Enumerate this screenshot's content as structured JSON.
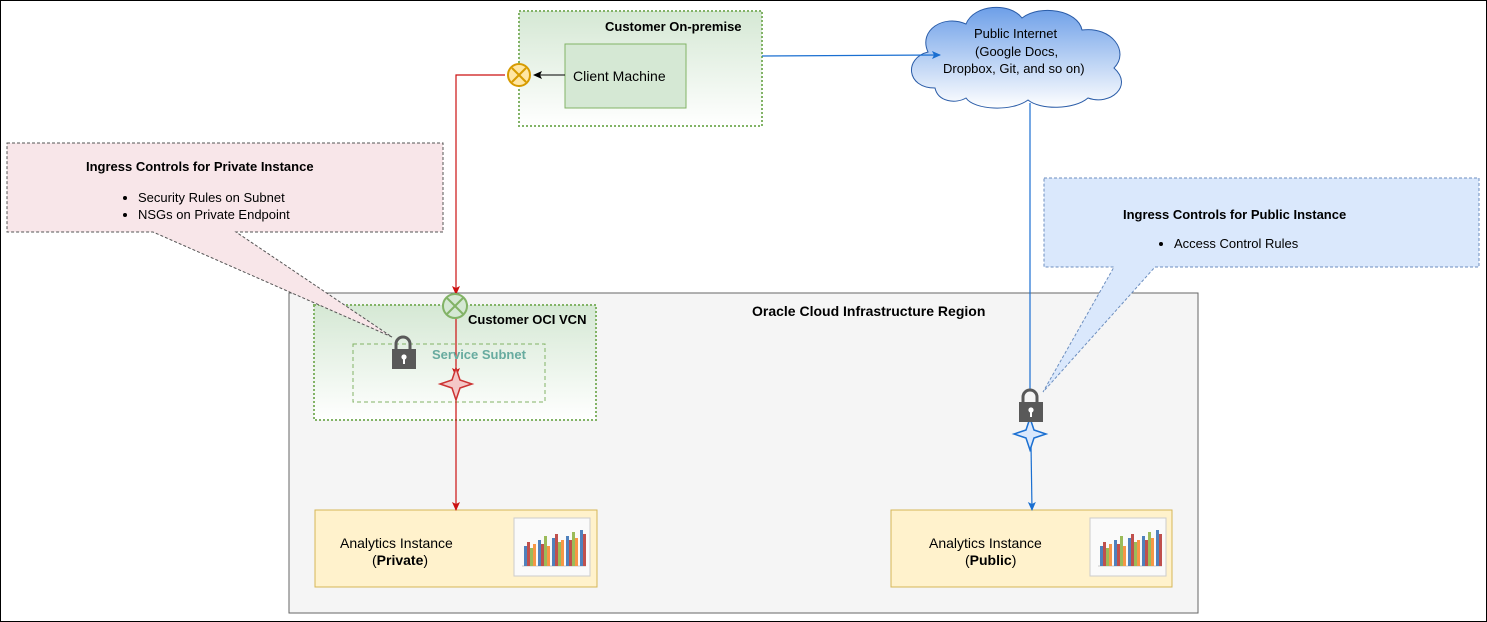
{
  "region": {
    "title": "Oracle Cloud Infrastructure Region"
  },
  "on_premise": {
    "title": "Customer On-premise",
    "client": "Client Machine"
  },
  "internet": {
    "line1": "Public Internet",
    "line2": "(Google Docs,",
    "line3": "Dropbox, Git, and so on)"
  },
  "vcn": {
    "title": "Customer OCI VCN",
    "subnet": "Service Subnet"
  },
  "private_callout": {
    "title": "Ingress Controls for Private Instance",
    "items": [
      "Security Rules on Subnet",
      "NSGs on Private Endpoint"
    ]
  },
  "public_callout": {
    "title": "Ingress Controls for Public Instance",
    "items": [
      "Access Control Rules"
    ]
  },
  "private_instance": {
    "name": "Analytics Instance",
    "open": "(",
    "type": "Private",
    "close": ")"
  },
  "public_instance": {
    "name": "Analytics Instance",
    "open": "(",
    "type": "Public",
    "close": ")"
  },
  "colors": {
    "private_path": "#cc1111",
    "public_path": "#1a6fd1",
    "green_border": "#82b366",
    "instance_fill": "#fff2cc",
    "instance_border": "#d6b656",
    "private_callout_fill": "#f8e6e9",
    "public_callout_fill": "#dae8fc"
  }
}
